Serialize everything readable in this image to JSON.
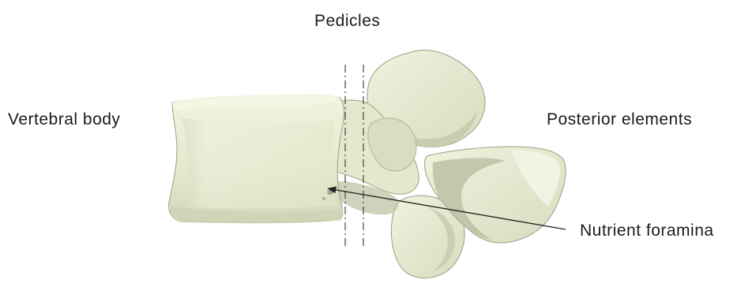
{
  "labels": {
    "pedicles": "Pedicles",
    "vertebral_body": "Vertebral body",
    "posterior_elements": "Posterior elements",
    "nutrient_foramina": "Nutrient foramina"
  },
  "colors": {
    "bone_fill": "#e9edd3",
    "bone_shade": "#c9cdb0",
    "bone_dark": "#a9ad90",
    "outline": "#8e9278",
    "line": "#333333"
  }
}
